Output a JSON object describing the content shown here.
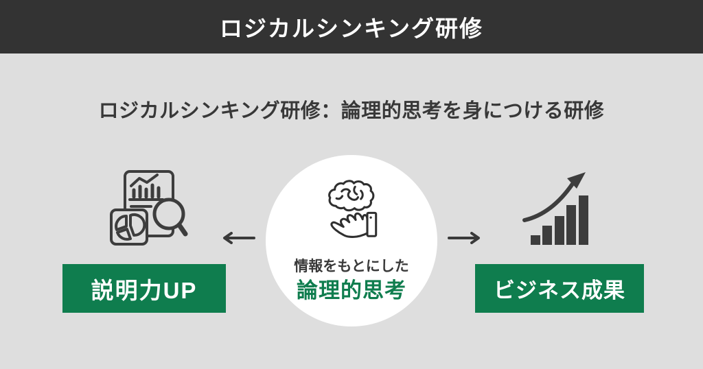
{
  "banner": {
    "title": "ロジカルシンキング研修"
  },
  "heading": "ロジカルシンキング研修：論理的思考を身につける研修",
  "center": {
    "icon": "brain-in-hand-icon",
    "caption_top": "情報をもとにした",
    "caption_main": "論理的思考"
  },
  "left": {
    "icon": "report-analysis-icon",
    "label": "説明力UP"
  },
  "right": {
    "icon": "growth-chart-icon",
    "label": "ビジネス成果"
  },
  "arrows": {
    "left": "left-arrow",
    "right": "right-arrow"
  },
  "colors": {
    "banner_bg": "#333333",
    "page_bg": "#dedede",
    "accent_green": "#0f7d4e",
    "text_dark": "#383838",
    "icon_stroke": "#3d3d3d",
    "circle_bg": "#ffffff",
    "label_text": "#ffffff"
  }
}
